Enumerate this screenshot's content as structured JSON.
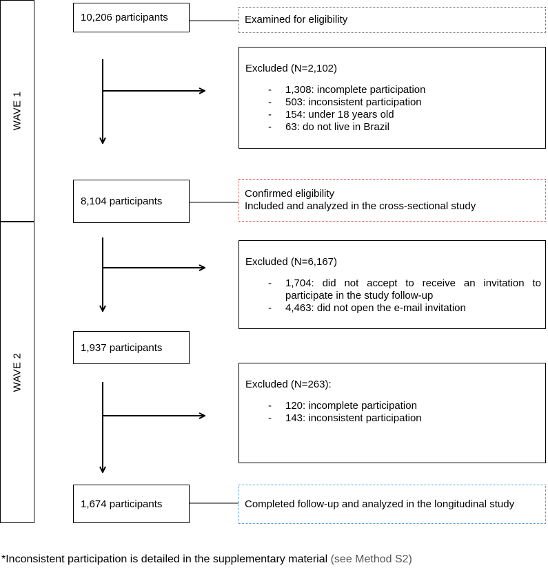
{
  "waves": {
    "wave1": "WAVE 1",
    "wave2": "WAVE 2"
  },
  "participants": {
    "p1": "10,206 participants",
    "p2": "8,104 participants",
    "p3": "1,937 participants",
    "p4": "1,674 participants"
  },
  "notes": {
    "examined": "Examined for eligibility",
    "confirmed_1": "Confirmed eligibility",
    "confirmed_2": "Included and analyzed in the cross-sectional study",
    "completed": "Completed follow-up and analyzed in the longitudinal study"
  },
  "exclusions": {
    "e1": {
      "title": "Excluded (N=2,102)",
      "items": [
        "1,308: incomplete participation",
        "503: inconsistent participation",
        "154: under 18 years old",
        "63: do not live in Brazil"
      ]
    },
    "e2": {
      "title": "Excluded (N=6,167)",
      "items": [
        "1,704: did not accept to receive an invitation to participate in the study follow-up",
        "4,463: did not open the e-mail invitation"
      ]
    },
    "e3": {
      "title": "Excluded (N=263):",
      "items": [
        "120: incomplete participation",
        "143: inconsistent participation"
      ]
    }
  },
  "footnote": {
    "text": "*Inconsistent participation is detailed in the supplementary material ",
    "ref": "(see Method S2)"
  }
}
